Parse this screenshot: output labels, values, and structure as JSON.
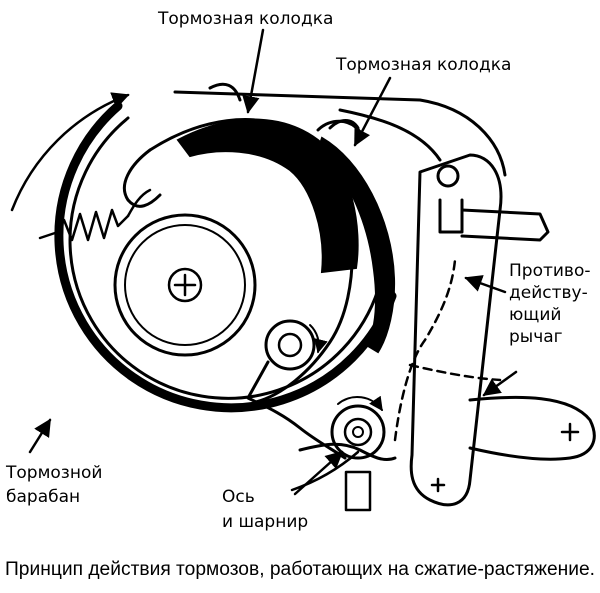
{
  "labels": {
    "shoe_left": "Тормозная колодка",
    "shoe_right": "Тормозная колодка",
    "lever_line1": "Противо-",
    "lever_line2": "действу-",
    "lever_line3": "ющий",
    "lever_line4": "рычаг",
    "drum_line1": "Тормозной",
    "drum_line2": "барабан",
    "axis_line1": "Ось",
    "axis_line2": "и шарнир"
  },
  "caption": "Принцип действия тормозов, работающих на сжатие-растяжение."
}
